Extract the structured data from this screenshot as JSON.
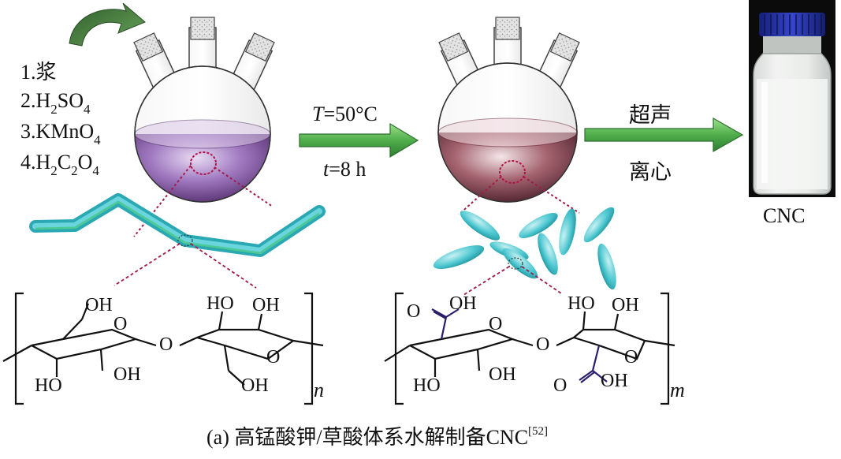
{
  "reagents": [
    {
      "text": "1.浆",
      "sub1": "",
      "mid": "",
      "sub2": "",
      "tail": "",
      "sub3": ""
    },
    {
      "text": "2.H",
      "sub1": "2",
      "mid": "SO",
      "sub2": "4",
      "tail": "",
      "sub3": ""
    },
    {
      "text": "3.KMnO",
      "sub1": "4",
      "mid": "",
      "sub2": "",
      "tail": "",
      "sub3": ""
    },
    {
      "text": "4.H",
      "sub1": "2",
      "mid": "C",
      "sub2": "2",
      "tail": "O",
      "sub3": "4"
    }
  ],
  "conditions": {
    "temp_var": "T",
    "temp_value": "=50°C",
    "time_var": "t",
    "time_value": "=8 h"
  },
  "post_steps": {
    "step1": "超声",
    "step2": "离心"
  },
  "product_label": "CNC",
  "cellulose_labels": {
    "oh_left_top": "OH",
    "o_left_ring": "O",
    "o_bridge": "O",
    "ho_right_top": "HO",
    "oh_right_top": "OH",
    "o_right_ring": "O",
    "ho_left_bottom": "HO",
    "oh_left_bottom": "OH",
    "oh_right_bottom": "OH",
    "repeat": "n"
  },
  "oxidized_labels": {
    "o_carbonyl_left": "O",
    "oh_acid_left": "OH",
    "o_left_ring": "O",
    "o_bridge": "O",
    "ho_right_top": "HO",
    "oh_right_top": "OH",
    "o_right_ring": "O",
    "ho_left_bottom": "HO",
    "oh_left_bottom": "OH",
    "o_carbonyl_right": "O",
    "oh_acid_right": "OH",
    "repeat": "m"
  },
  "caption": {
    "text": "(a) 高锰酸钾/草酸体系水解制备CNC",
    "ref": "[52]"
  },
  "colors": {
    "arrow_green": "#5cb85c",
    "flask_purple": "#8a5aa8",
    "flask_maroon": "#7a3a4a",
    "fiber_cyan": "#4cc7d0",
    "cap_blue": "#2233aa",
    "bond_purple": "#3a2a7a"
  }
}
